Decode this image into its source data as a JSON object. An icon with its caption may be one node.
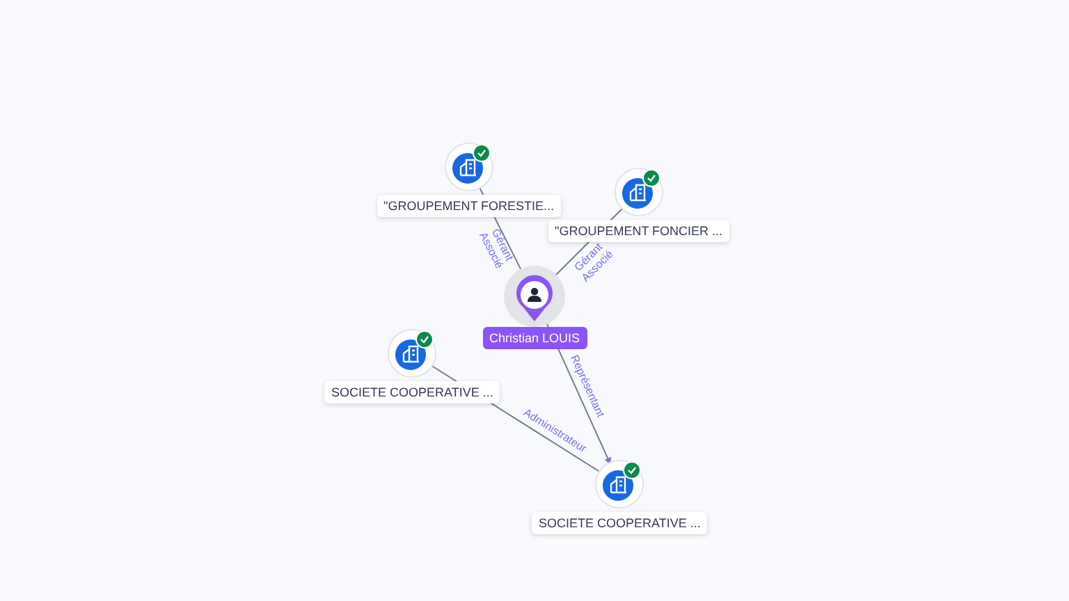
{
  "diagram": {
    "nodes": [
      {
        "text": [
          "Christian LOUIS"
        ]
      },
      {
        "text": [
          "\"GROUPEMENT FORESTIE..."
        ]
      },
      {
        "text": [
          "\"GROUPEMENT FONCIER ..."
        ]
      },
      {
        "text": [
          "SOCIETE COOPERATIVE ..."
        ]
      },
      {
        "text": [
          "SOCIETE COOPERATIVE ..."
        ]
      }
    ],
    "edges": [
      {
        "from": 0,
        "to": 1,
        "arrow": "none",
        "label": "Gérant Associé"
      },
      {
        "from": 0,
        "to": 2,
        "arrow": "none",
        "label": "Gérant Associé"
      },
      {
        "from": 0,
        "to": 4,
        "arrow": "to",
        "label": "Représentant"
      },
      {
        "from": 3,
        "to": 4,
        "arrow": "none",
        "label": "Administrateur"
      }
    ]
  }
}
